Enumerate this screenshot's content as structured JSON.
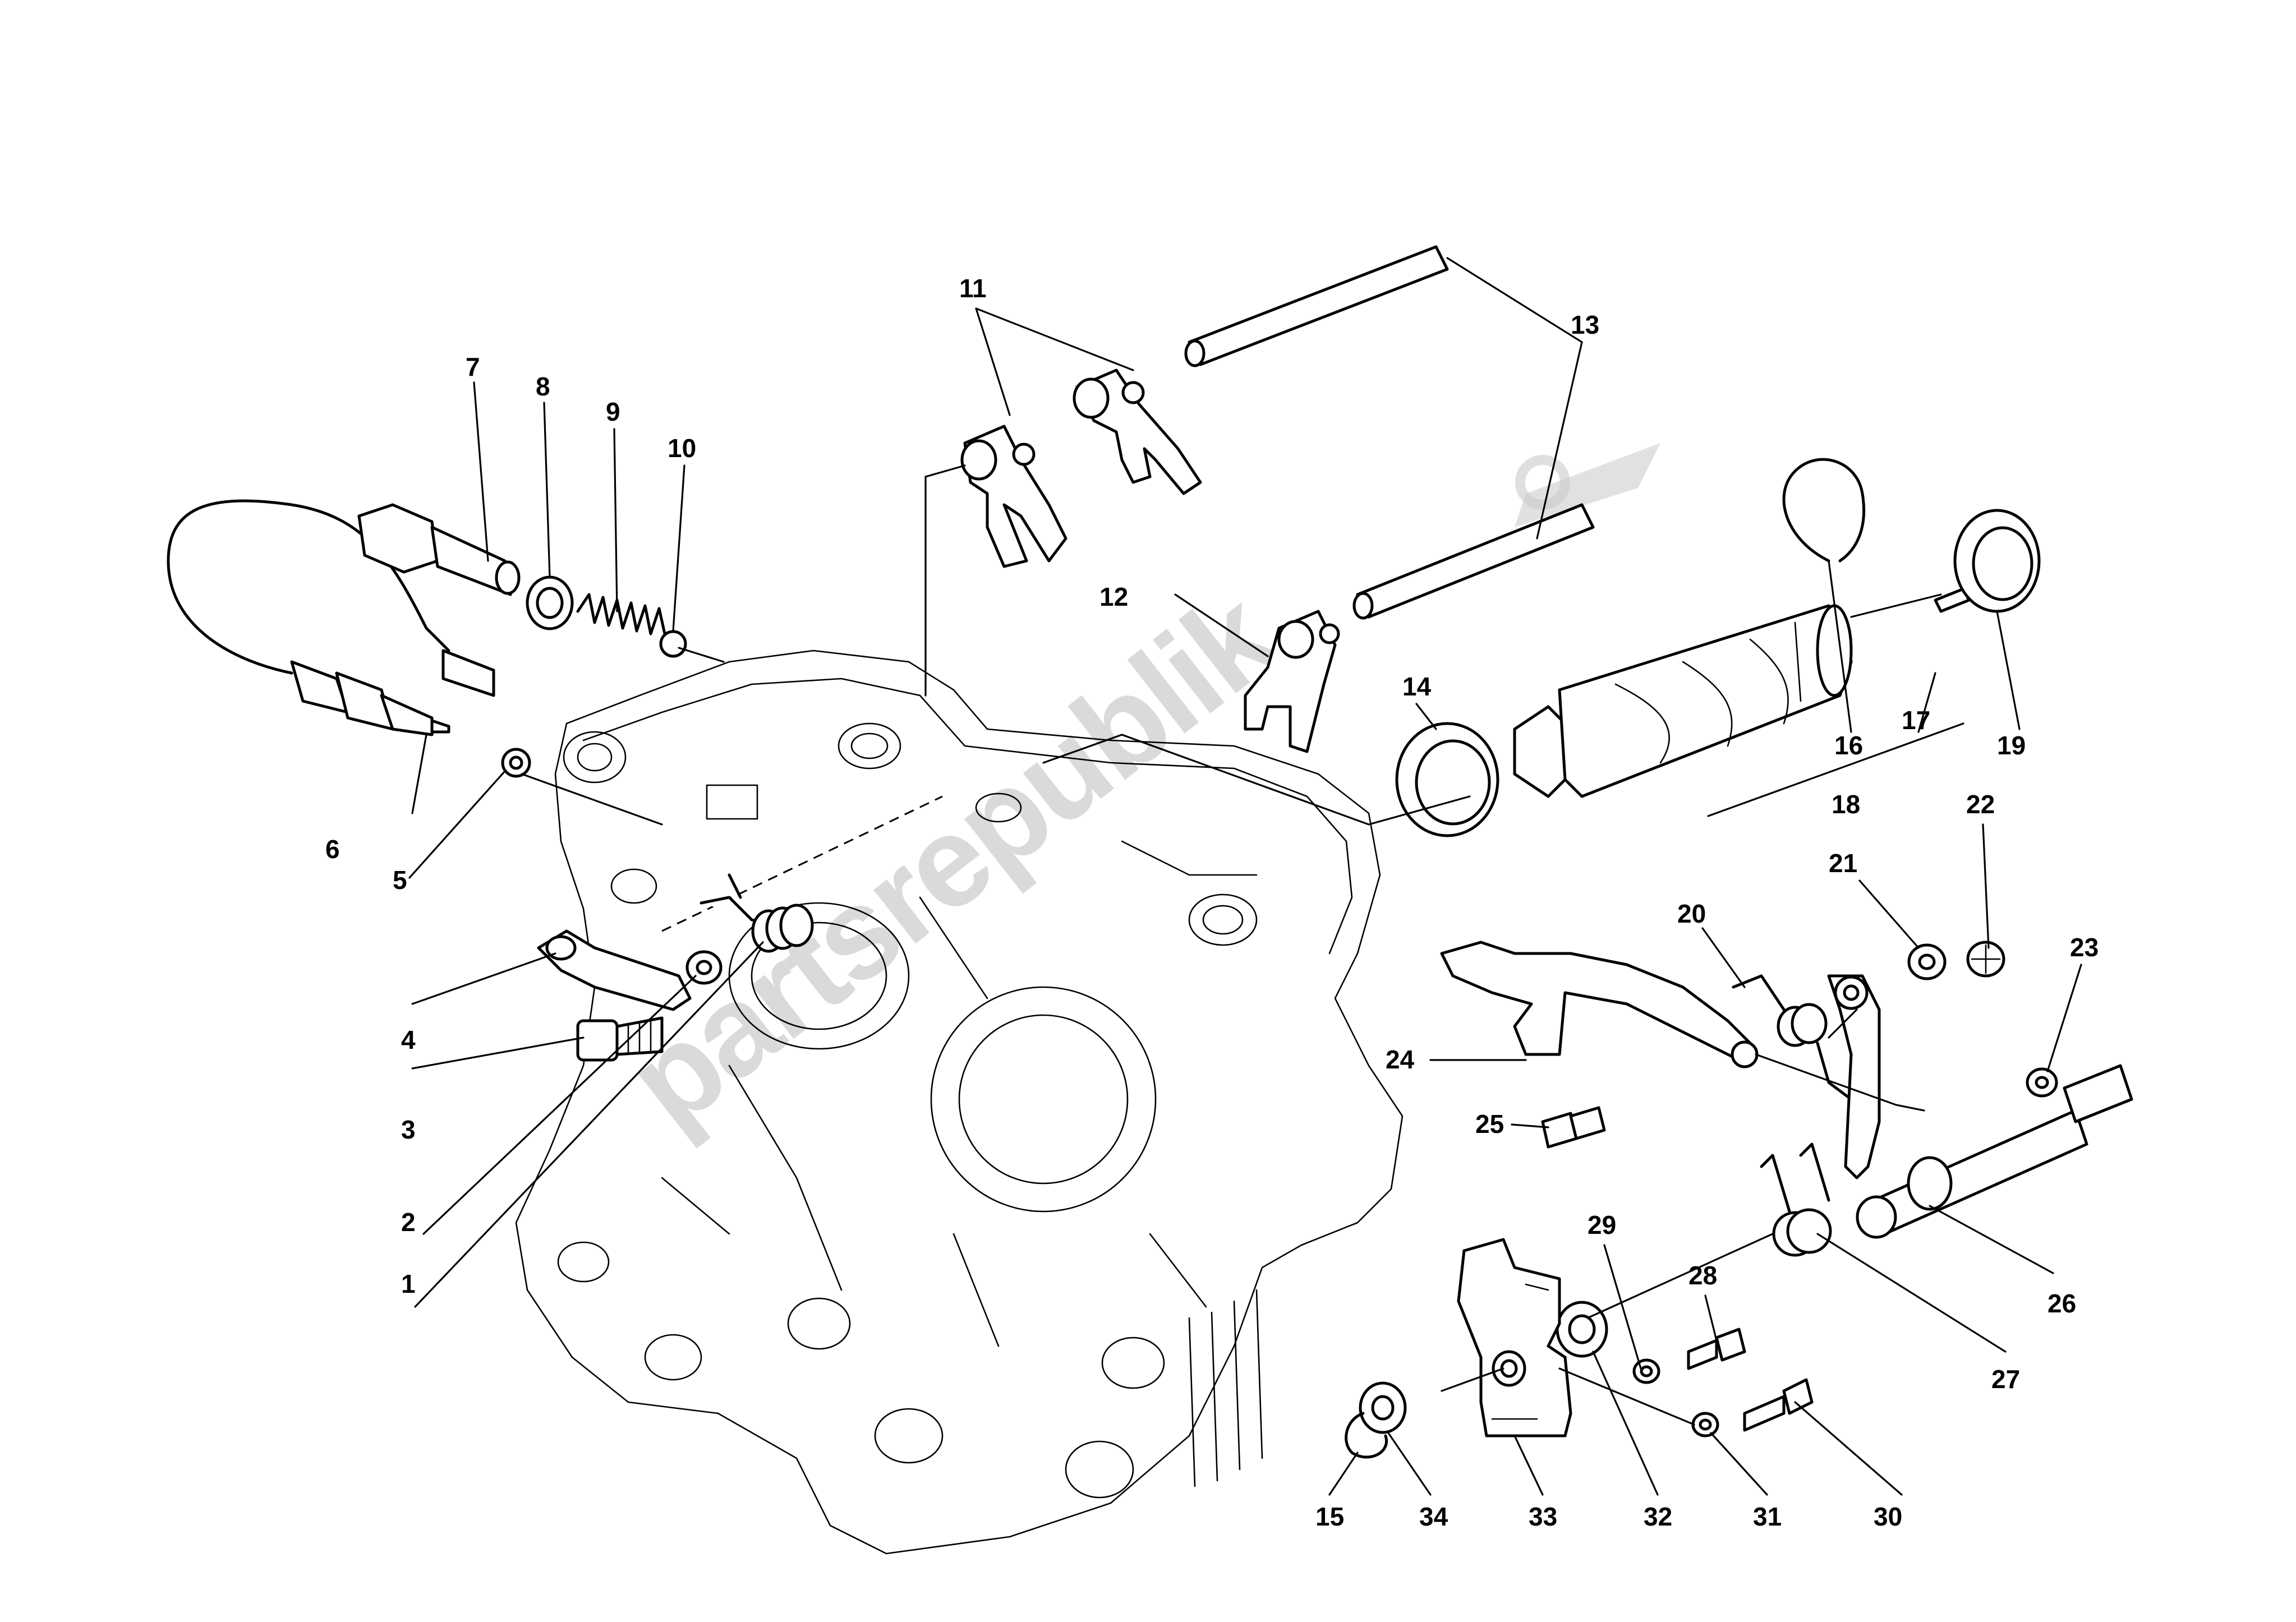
{
  "diagram": {
    "callouts": {
      "c1": "1",
      "c2": "2",
      "c3": "3",
      "c4": "4",
      "c5": "5",
      "c6": "6",
      "c7": "7",
      "c8": "8",
      "c9": "9",
      "c10": "10",
      "c11": "11",
      "c12": "12",
      "c13": "13",
      "c14": "14",
      "c15": "15",
      "c16": "16",
      "c17": "17",
      "c18": "18",
      "c19": "19",
      "c20": "20",
      "c21": "21",
      "c22": "22",
      "c23": "23",
      "c24": "24",
      "c25": "25",
      "c26": "26",
      "c27": "27",
      "c28": "28",
      "c29": "29",
      "c30": "30",
      "c31": "31",
      "c32": "32",
      "c33": "33",
      "c34": "34"
    },
    "watermark": "partsrepublik",
    "colors": {
      "ink": "#000000",
      "watermark": "#bdbdbd",
      "background": "#ffffff"
    }
  }
}
